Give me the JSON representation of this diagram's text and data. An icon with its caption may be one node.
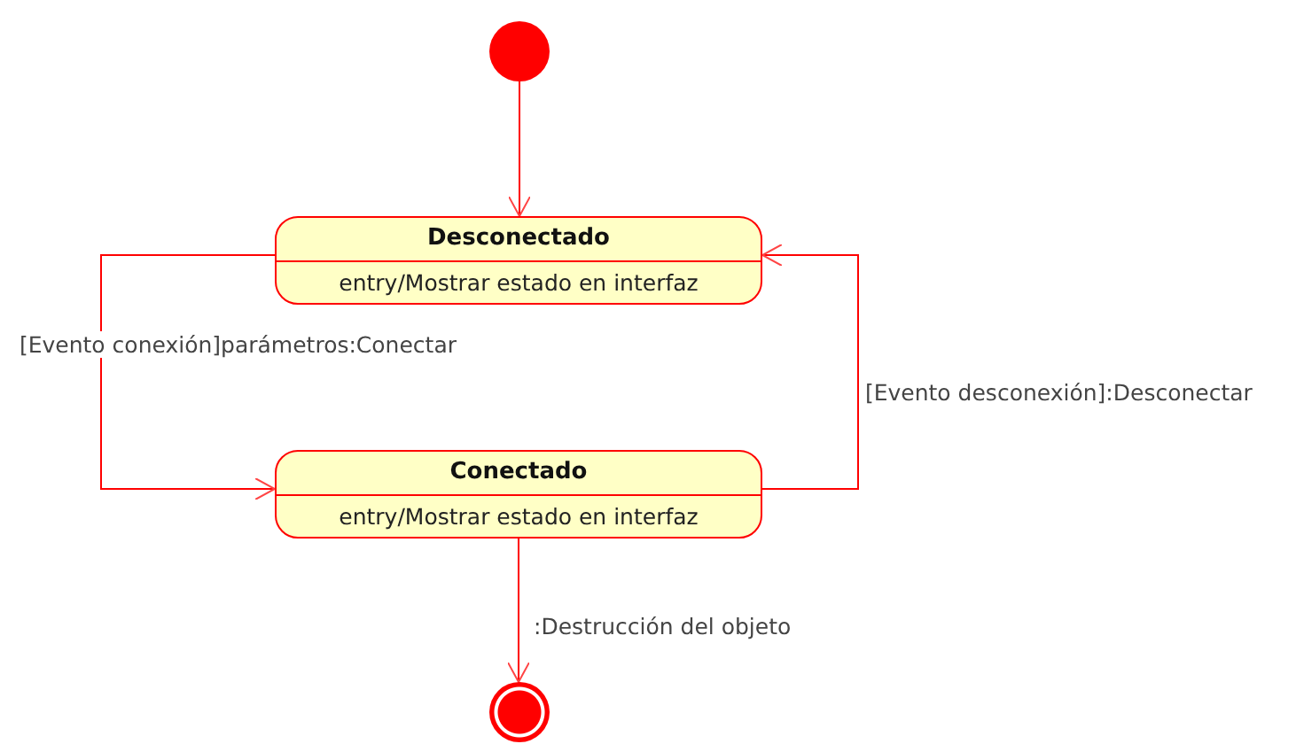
{
  "diagram": {
    "nodes": [
      {
        "text": [],
        "shape": "circle"
      },
      {
        "text": [
          "Desconectado",
          "entry/Mostrar estado en interfaz"
        ]
      },
      {
        "text": [
          "Conectado",
          "entry/Mostrar estado en interfaz"
        ]
      },
      {
        "text": [],
        "shape": "bullseye"
      }
    ],
    "edges": [
      {
        "from": 0,
        "to": 1,
        "arrow": "to"
      },
      {
        "from": 1,
        "to": 2,
        "arrow": "to",
        "label": "[Evento conexión]parámetros:Conectar"
      },
      {
        "from": 2,
        "to": 1,
        "arrow": "to",
        "label": "[Evento desconexión]:Desconectar"
      },
      {
        "from": 2,
        "to": 3,
        "arrow": "to",
        "label": ":Destrucción del objeto"
      }
    ]
  }
}
